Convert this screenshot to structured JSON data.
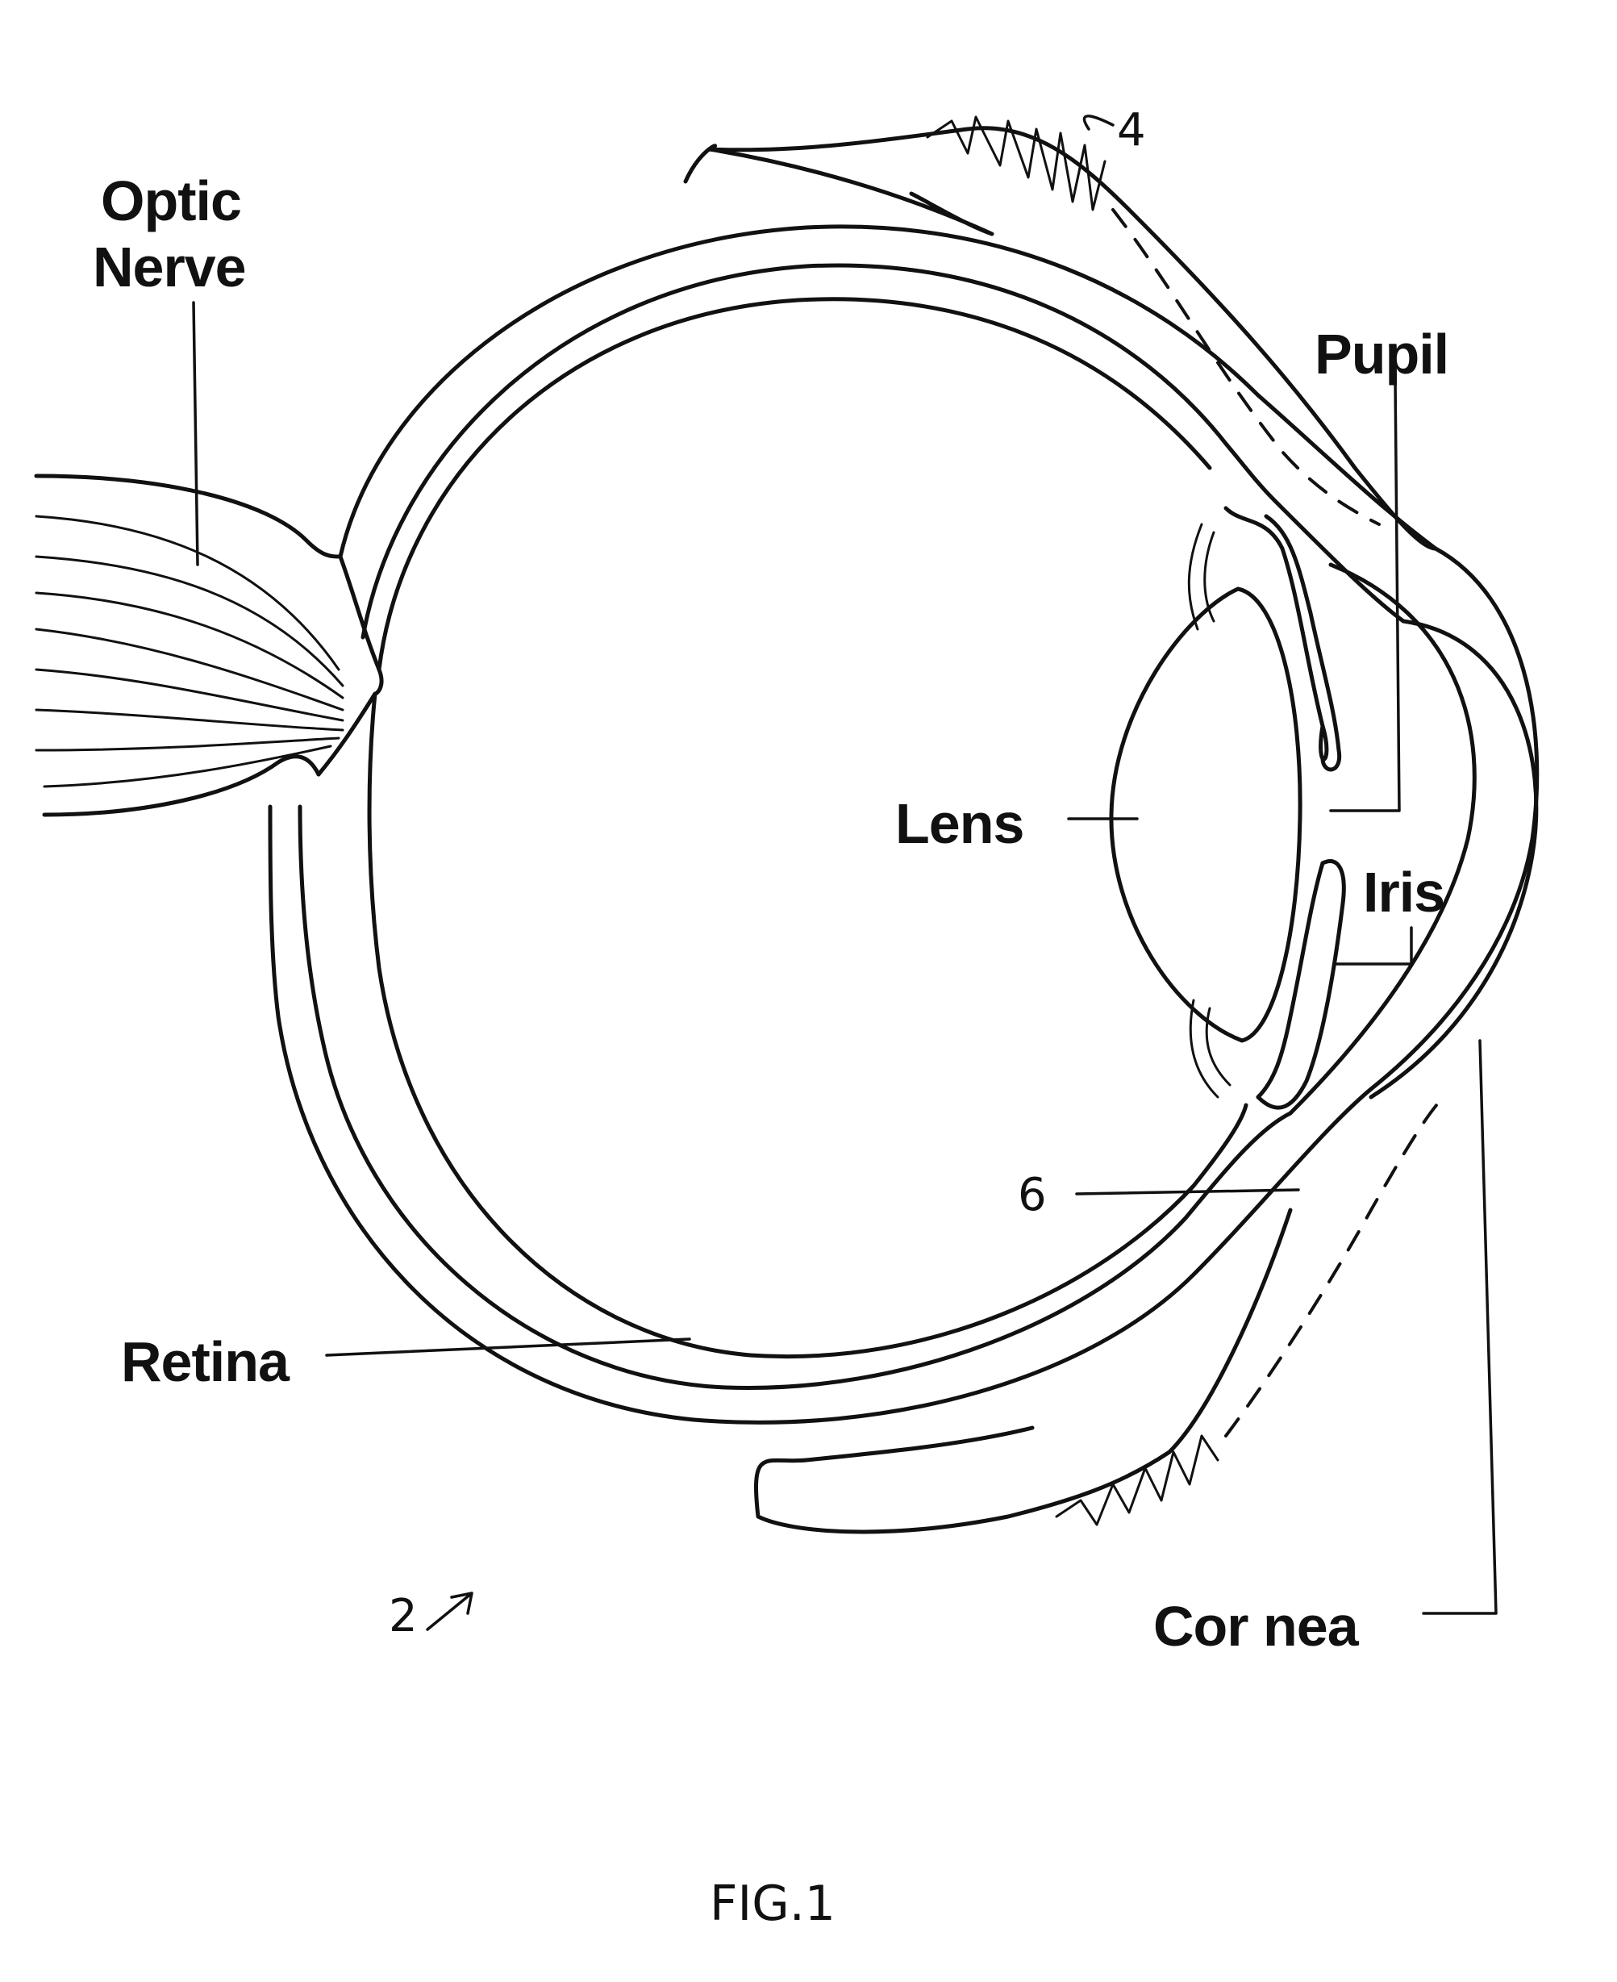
{
  "figure": {
    "caption": "FIG.1",
    "labels": {
      "optic_nerve_line1": "Optic",
      "optic_nerve_line2": "Nerve",
      "pupil": "Pupil",
      "lens": "Lens",
      "iris": "Iris",
      "retina": "Retina",
      "cornea": "Cor nea",
      "ref_4": "4",
      "ref_6": "6",
      "ref_2": "2"
    }
  }
}
